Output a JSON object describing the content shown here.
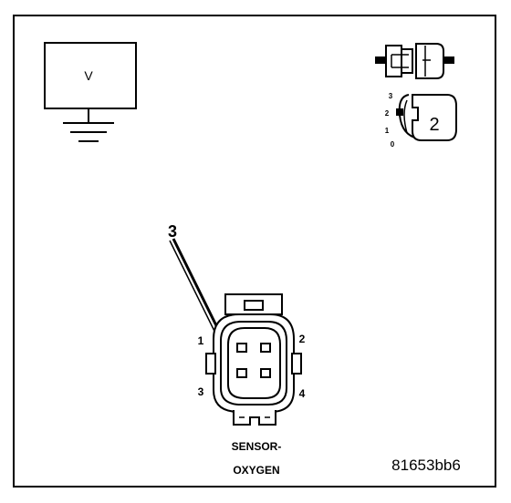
{
  "meter": {
    "label": "V"
  },
  "connector_view_icon": {
    "position_numbers": [
      "3",
      "2",
      "1",
      "0"
    ],
    "callout": "2"
  },
  "sensor_connector": {
    "pin_labels": [
      "1",
      "2",
      "3",
      "4"
    ],
    "probe_callout": "3",
    "name_line1": "SENSOR-",
    "name_line2": "OXYGEN"
  },
  "figure_id": "81653bb6"
}
